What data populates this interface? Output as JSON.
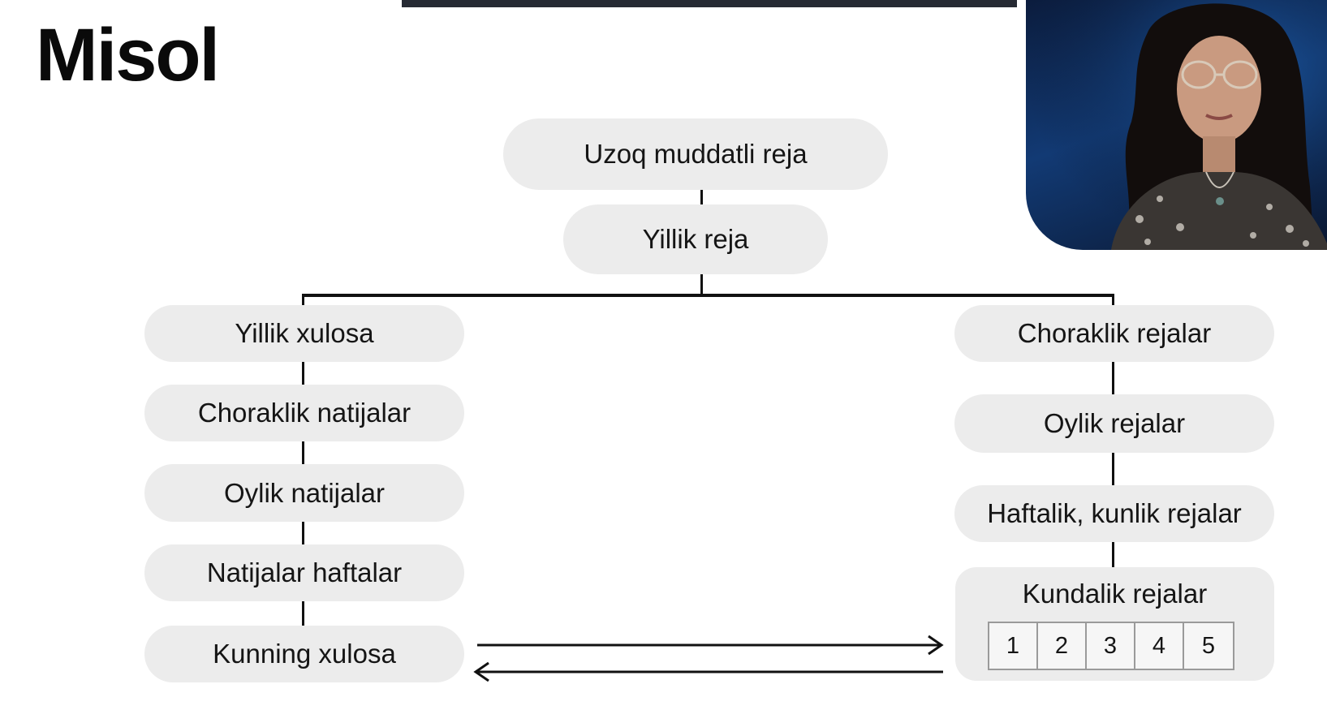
{
  "slide": {
    "title": "Misol"
  },
  "diagram": {
    "root": "Uzoq muddatli reja",
    "yearly": "Yillik reja",
    "left_branch": [
      "Yillik xulosa",
      "Choraklik natijalar",
      "Oylik natijalar",
      "Natijalar haftalar",
      "Kunning xulosa"
    ],
    "right_branch": [
      "Choraklik rejalar",
      "Oylik rejalar",
      "Haftalik, kunlik rejalar"
    ],
    "daily_plans": {
      "title": "Kundalik rejalar",
      "days": [
        "1",
        "2",
        "3",
        "4",
        "5"
      ]
    }
  },
  "colors": {
    "node_fill": "#ececec",
    "connector": "#111111",
    "top_bar": "#262a33"
  }
}
